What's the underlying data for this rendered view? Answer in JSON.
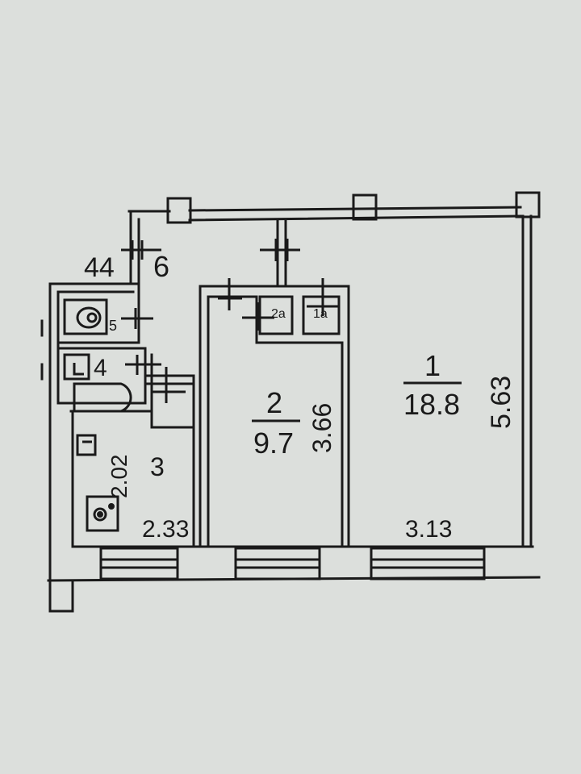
{
  "floor_plan": {
    "building_number": "44",
    "rooms": {
      "room1": {
        "number": "1",
        "area": "18.8",
        "width": "3.13",
        "length": "5.63"
      },
      "room2": {
        "number": "2",
        "area": "9.7",
        "length": "3.66"
      },
      "room3": {
        "number": "3",
        "width": "2.33",
        "length": "2.02"
      },
      "room4": {
        "number": "4"
      },
      "room5": {
        "number": "5"
      },
      "room6": {
        "number": "6"
      },
      "closet1a": {
        "number": "1a"
      },
      "closet2a": {
        "number": "2a"
      }
    },
    "colors": {
      "paper": "#dcdfdc",
      "ink": "#1a1a1a"
    }
  }
}
